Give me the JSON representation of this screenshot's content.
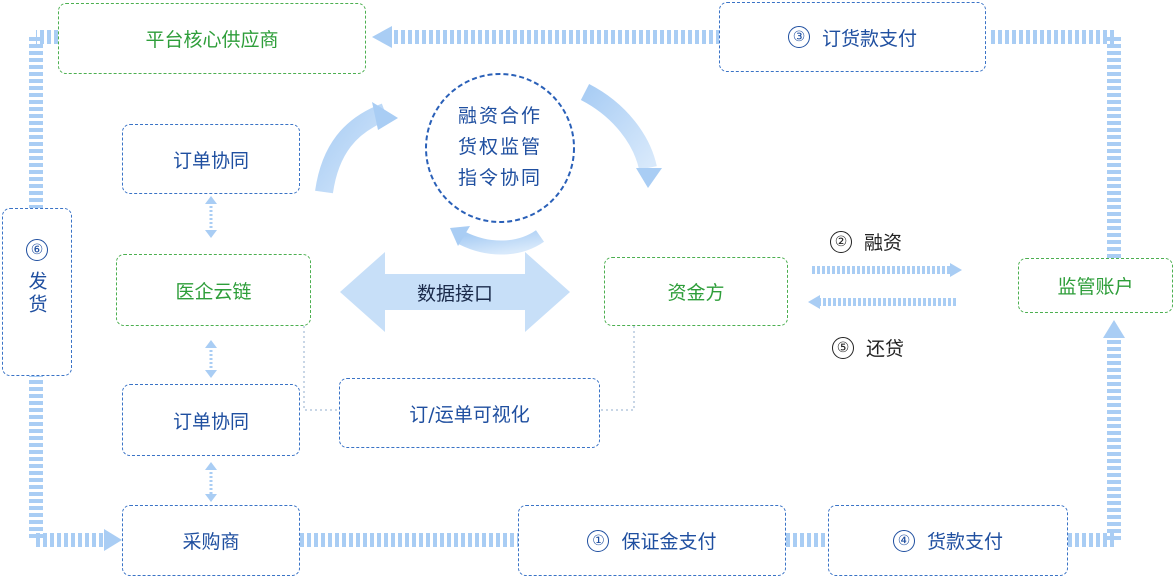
{
  "nodes": {
    "core_supplier": "平台核心供应商",
    "order_collab_top": "订单协同",
    "medical_chain": "医企云链",
    "order_collab_bottom": "订单协同",
    "purchaser": "采购商",
    "funder": "资金方",
    "supervision_account": "监管账户",
    "visualization": "订/运单可视化"
  },
  "circle": {
    "line1": "融资合作",
    "line2": "货权监管",
    "line3": "指令协同"
  },
  "data_interface": "数据接口",
  "steps": [
    {
      "num": "①",
      "label": "保证金支付"
    },
    {
      "num": "②",
      "label": "融资"
    },
    {
      "num": "③",
      "label": "订货款支付"
    },
    {
      "num": "④",
      "label": "货款支付"
    },
    {
      "num": "⑤",
      "label": "还贷"
    },
    {
      "num": "⑥",
      "label": "发货"
    }
  ],
  "colors": {
    "green": "#4caf50",
    "blue": "#3a73c6",
    "arrow": "#a9cdf4"
  }
}
